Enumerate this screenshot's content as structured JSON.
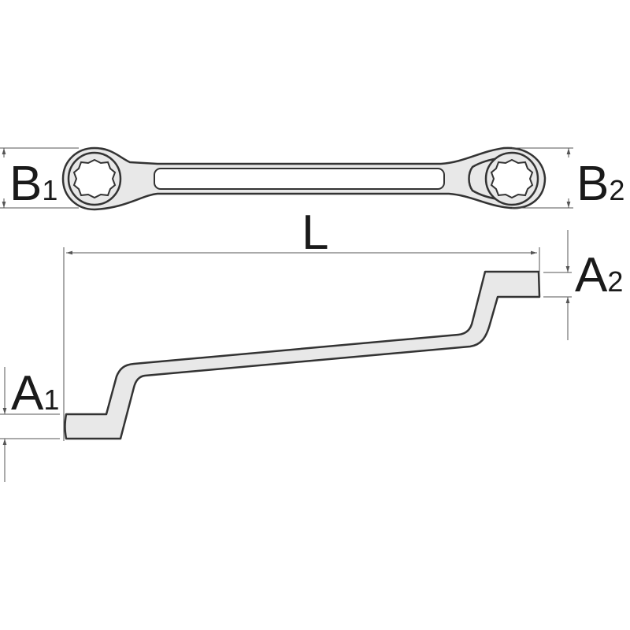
{
  "labels": {
    "b1": {
      "letter": "B",
      "sub": "1"
    },
    "b2": {
      "letter": "B",
      "sub": "2"
    },
    "l": {
      "letter": "L"
    },
    "a1": {
      "letter": "A",
      "sub": "1"
    },
    "a2": {
      "letter": "A",
      "sub": "2"
    }
  }
}
